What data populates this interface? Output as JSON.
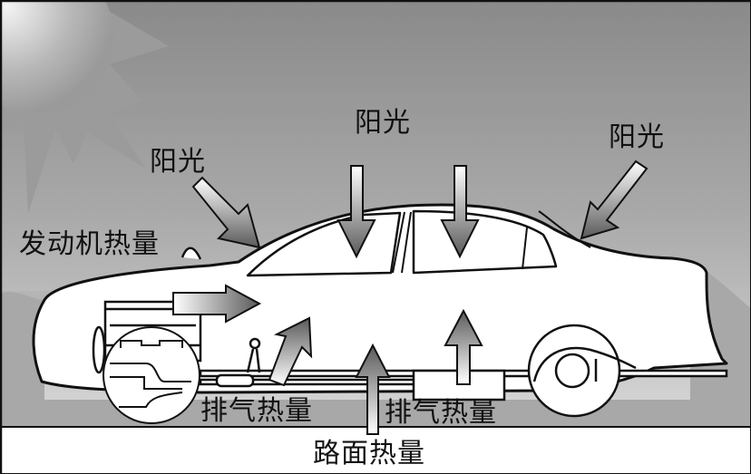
{
  "diagram": {
    "title": "",
    "labels": {
      "sun_left": "阳光",
      "sun_top": "阳光",
      "sun_right": "阳光",
      "engine_heat": "发动机热量",
      "exhaust_heat_front": "排气热量",
      "exhaust_heat_rear": "排气热量",
      "road_heat": "路面热量"
    },
    "heat_sources": [
      {
        "name": "阳光",
        "direction": "diagonal-down-right",
        "target": "windshield"
      },
      {
        "name": "阳光",
        "direction": "down",
        "target": "roof-front"
      },
      {
        "name": "阳光",
        "direction": "down",
        "target": "roof-rear"
      },
      {
        "name": "阳光",
        "direction": "diagonal-down-left",
        "target": "rear-window"
      },
      {
        "name": "发动机热量",
        "direction": "right",
        "target": "cabin"
      },
      {
        "name": "排气热量",
        "direction": "diagonal-up-right",
        "target": "cabin-floor-front"
      },
      {
        "name": "排气热量",
        "direction": "up",
        "target": "cabin-floor-rear"
      },
      {
        "name": "路面热量",
        "direction": "up",
        "target": "cabin-floor-center"
      }
    ],
    "colors": {
      "sky_top": "#8c8c8c",
      "sky_bottom": "#d4d4d4",
      "sun": "#9a9a9a",
      "ground": "#a8a8a8",
      "road": "#ffffff",
      "outline": "#111111"
    }
  }
}
